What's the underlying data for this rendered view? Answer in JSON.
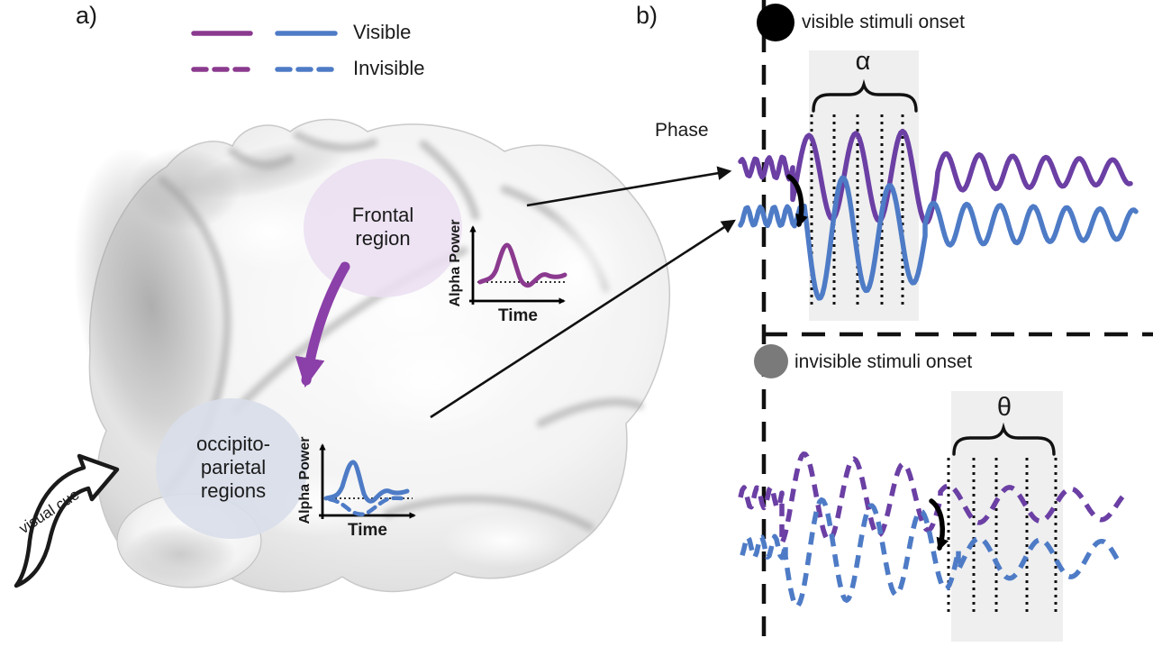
{
  "panel_a": {
    "label": "a)",
    "legend": {
      "visible": "Visible",
      "invisible": "Invisible"
    },
    "frontal_region": {
      "line1": "Frontal",
      "line2": "region"
    },
    "occipito_region": {
      "line1": "occipito-",
      "line2": "parietal",
      "line3": "regions"
    },
    "inset_frontal": {
      "ylabel": "Alpha Power",
      "xlabel": "Time"
    },
    "inset_occipito": {
      "ylabel": "Alpha Power",
      "xlabel": "Time"
    },
    "visual_cue": "visual cue"
  },
  "panel_b": {
    "label": "b)",
    "phase": "Phase",
    "visible_onset": "visible stimuli onset",
    "invisible_onset": "invisible stimuli onset",
    "alpha_band": "α",
    "theta_band": "θ"
  },
  "colors": {
    "purple_wave": "#6B3FA4",
    "magenta_purple": "#8B3A8F",
    "blue_wave": "#4E7BC6",
    "brain_arrow_purple": "#8B3FA8",
    "frontal_fill": "#EBDFF1",
    "occipito_fill": "#D8DEEA",
    "band_fill": "#EFEFEF",
    "onset_visible_dot": "#000000",
    "onset_invisible_dot": "#7A7A7A"
  }
}
